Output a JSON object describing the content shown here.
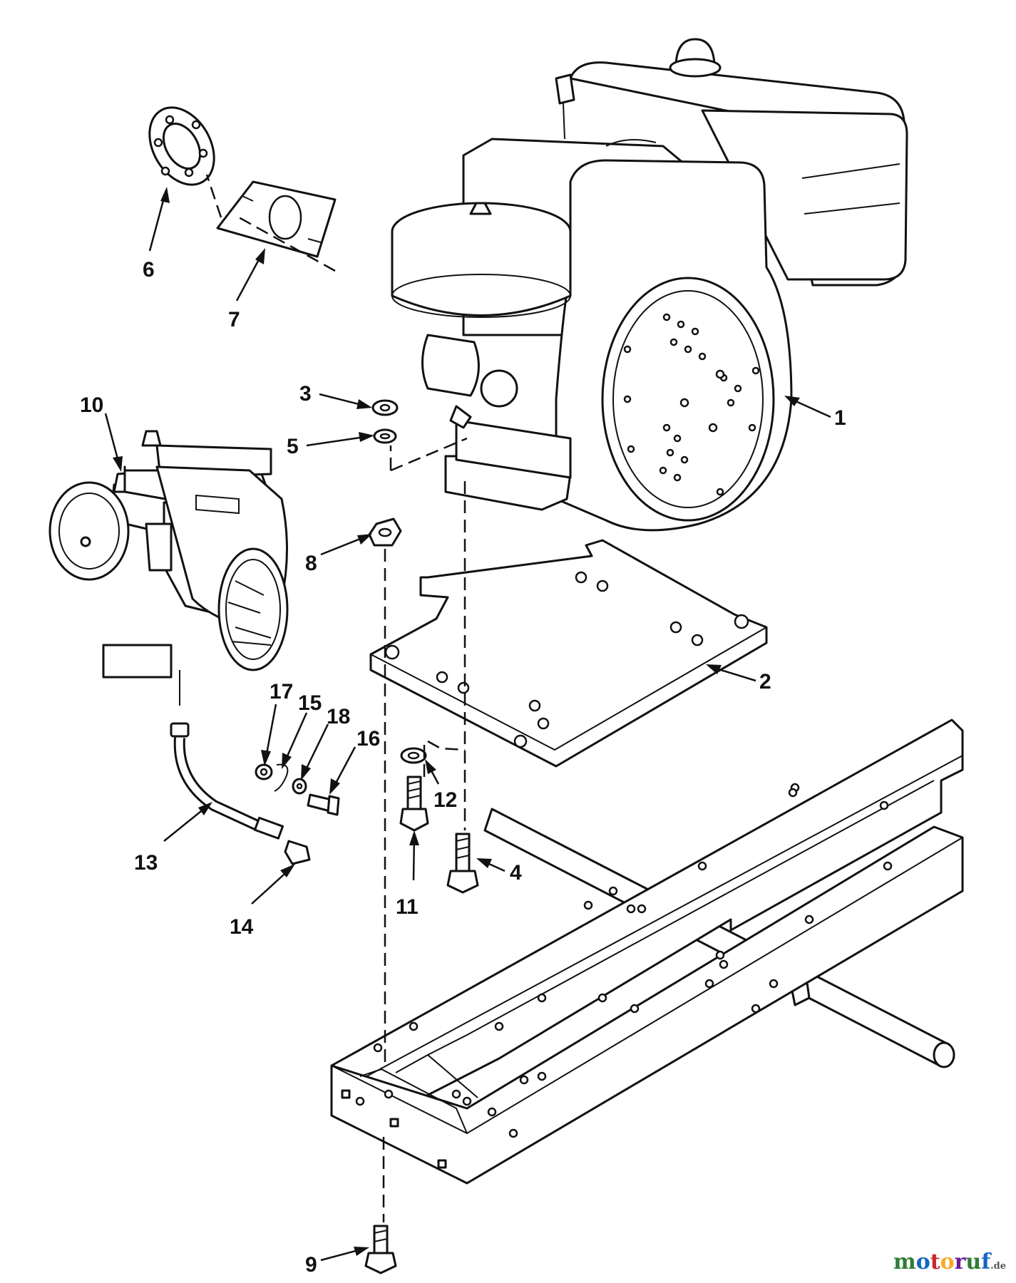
{
  "callouts": {
    "c1": "1",
    "c2": "2",
    "c3": "3",
    "c4": "4",
    "c5": "5",
    "c6": "6",
    "c7": "7",
    "c8": "8",
    "c9": "9",
    "c10": "10",
    "c11": "11",
    "c12": "12",
    "c13": "13",
    "c14": "14",
    "c15": "15",
    "c16": "16",
    "c17": "17",
    "c18": "18"
  },
  "watermark": {
    "letters": [
      "m",
      "o",
      "t",
      "o",
      "r",
      "u",
      "f"
    ],
    "colors": [
      "#2e7d32",
      "#1565c0",
      "#c62828",
      "#f9a825",
      "#6a1b9a",
      "#2e7d32",
      "#1565c0"
    ],
    "suffix": ".de"
  }
}
